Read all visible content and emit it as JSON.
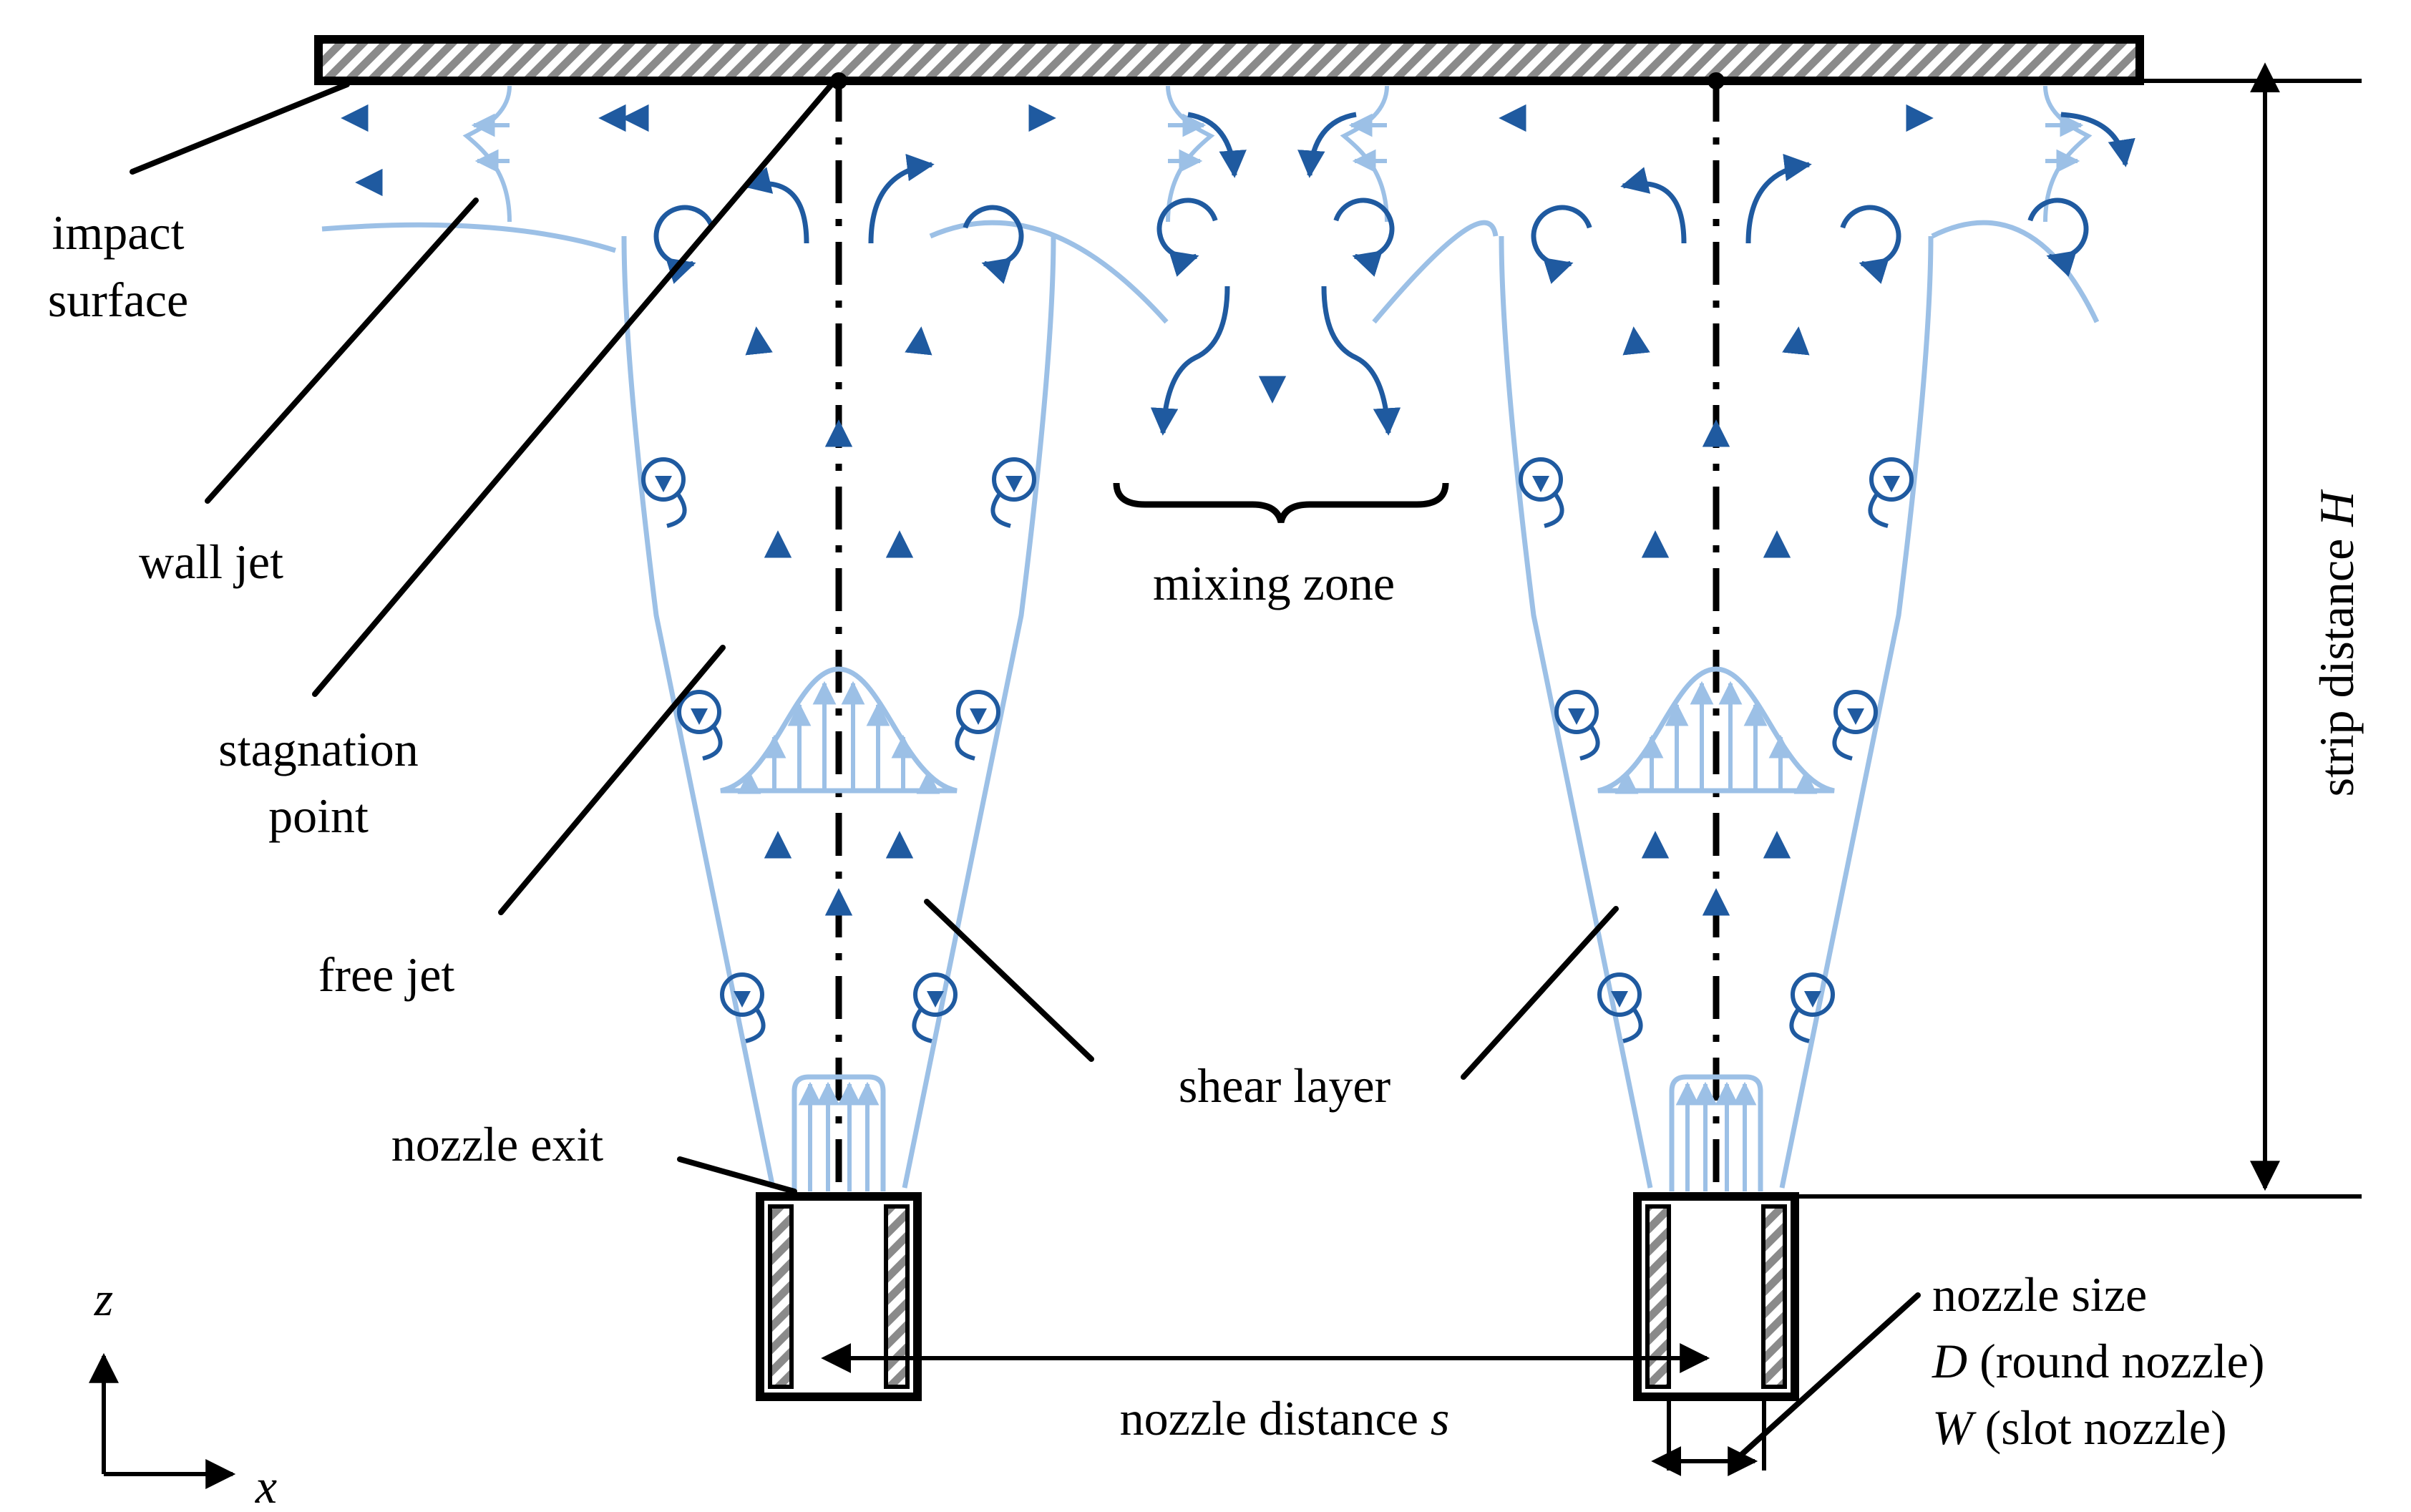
{
  "labels": {
    "impact_surface": [
      "impact",
      "surface"
    ],
    "wall_jet": "wall jet",
    "stagnation_point": [
      "stagnation",
      "point"
    ],
    "free_jet": "free jet",
    "nozzle_exit": "nozzle exit",
    "mixing_zone": "mixing zone",
    "shear_layer": "shear layer",
    "strip_distance": {
      "text": "strip distance ",
      "symbol": "H"
    },
    "nozzle_distance": {
      "text": "nozzle distance ",
      "symbol": "s"
    },
    "nozzle_size": {
      "line1": "nozzle size",
      "line2_symbol": "D",
      "line2_text": "  (round nozzle)",
      "line3_symbol": "W",
      "line3_text": " (slot nozzle)"
    },
    "axis_z": "z",
    "axis_x": "x"
  },
  "colors": {
    "flow_dark": "#1f5aa0",
    "flow_light": "#9cc0e6",
    "line": "#000000",
    "hatch": "#8a8a8a"
  },
  "icons": {
    "vortex": "circular-arrow",
    "flow_arrow": "arrow"
  }
}
